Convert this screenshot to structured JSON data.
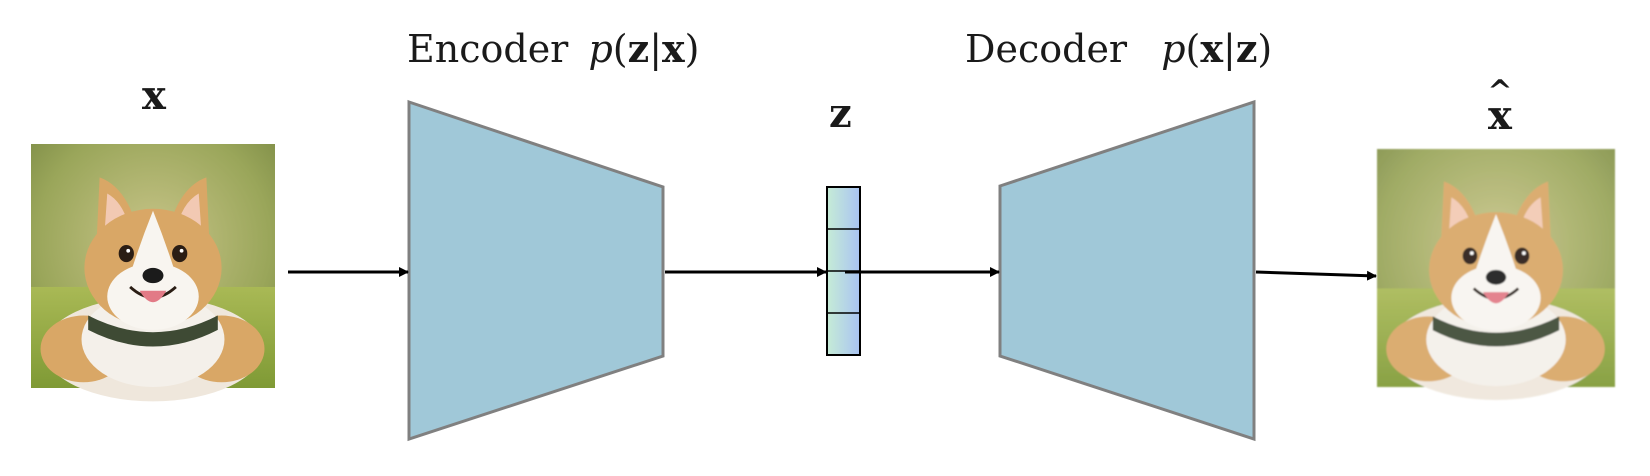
{
  "encoder": {
    "name": "Encoder",
    "formula": {
      "p": "p",
      "open": "(",
      "z": "z",
      "bar": "|",
      "x": "x",
      "close": ")"
    }
  },
  "decoder": {
    "name": "Decoder",
    "formula": {
      "p": "p",
      "open": "(",
      "x": "x",
      "bar": "|",
      "z": "z",
      "close": ")"
    }
  },
  "input_label": "x",
  "latent_label": "z",
  "output_label": "x",
  "colors": {
    "network_fill": "#a0c8d8",
    "network_stroke": "#808080",
    "latent_gradient_left": "#c6ecd6",
    "latent_gradient_right": "#a9c3f2",
    "arrow": "#000000"
  },
  "latent_cells": 4,
  "images": {
    "input": "corgi-photo",
    "output": "corgi-photo-reconstructed"
  }
}
